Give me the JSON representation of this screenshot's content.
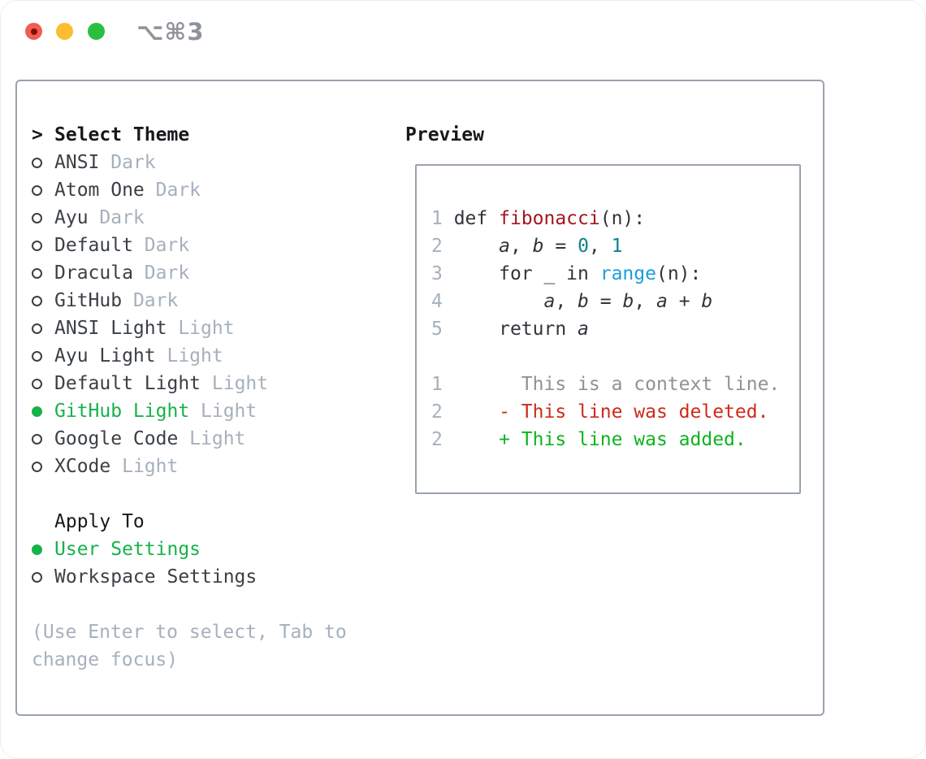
{
  "window": {
    "shortcut_label": "⌥⌘3",
    "traffic_lights": [
      "close",
      "minimize",
      "zoom"
    ]
  },
  "colors": {
    "accent_green": "#17b24a",
    "deleted_red": "#cd2a1a",
    "added_green": "#0db41e",
    "function_red": "#a4161f",
    "number_teal": "#0e7f8b",
    "builtin_blue": "#199fd9",
    "muted_gray": "#a6b0bd",
    "context_gray": "#8d9299",
    "panel_border": "#9aa3ae",
    "traffic_red": "#f25c51",
    "traffic_yellow": "#fcbd2e",
    "traffic_green": "#2ac03f"
  },
  "theme_panel": {
    "prompt": ">",
    "title": "Select Theme",
    "themes": [
      {
        "name": "ANSI",
        "variant": "Dark",
        "selected": false
      },
      {
        "name": "Atom One",
        "variant": "Dark",
        "selected": false
      },
      {
        "name": "Ayu",
        "variant": "Dark",
        "selected": false
      },
      {
        "name": "Default",
        "variant": "Dark",
        "selected": false
      },
      {
        "name": "Dracula",
        "variant": "Dark",
        "selected": false
      },
      {
        "name": "GitHub",
        "variant": "Dark",
        "selected": false
      },
      {
        "name": "ANSI Light",
        "variant": "Light",
        "selected": false
      },
      {
        "name": "Ayu Light",
        "variant": "Light",
        "selected": false
      },
      {
        "name": "Default Light",
        "variant": "Light",
        "selected": false
      },
      {
        "name": "GitHub Light",
        "variant": "Light",
        "selected": true
      },
      {
        "name": "Google Code",
        "variant": "Light",
        "selected": false
      },
      {
        "name": "XCode",
        "variant": "Light",
        "selected": false
      }
    ],
    "apply_to": {
      "title": "Apply To",
      "options": [
        {
          "label": "User Settings",
          "selected": true
        },
        {
          "label": "Workspace Settings",
          "selected": false
        }
      ]
    },
    "hint_lines": [
      "(Use Enter to select, Tab to",
      "change focus)"
    ]
  },
  "preview": {
    "title": "Preview",
    "code_lines": [
      {
        "num": "1",
        "tokens": [
          {
            "t": "def ",
            "c": "code"
          },
          {
            "t": "fibonacci",
            "c": "func"
          },
          {
            "t": "(n):",
            "c": "code"
          }
        ]
      },
      {
        "num": "2",
        "tokens": [
          {
            "t": "    ",
            "c": "code"
          },
          {
            "t": "a",
            "c": "var"
          },
          {
            "t": ", ",
            "c": "code"
          },
          {
            "t": "b",
            "c": "var"
          },
          {
            "t": " = ",
            "c": "code"
          },
          {
            "t": "0",
            "c": "num"
          },
          {
            "t": ", ",
            "c": "code"
          },
          {
            "t": "1",
            "c": "num"
          }
        ]
      },
      {
        "num": "3",
        "tokens": [
          {
            "t": "    for _ in ",
            "c": "code"
          },
          {
            "t": "range",
            "c": "builtin"
          },
          {
            "t": "(n):",
            "c": "code"
          }
        ]
      },
      {
        "num": "4",
        "tokens": [
          {
            "t": "        ",
            "c": "code"
          },
          {
            "t": "a",
            "c": "var"
          },
          {
            "t": ", ",
            "c": "code"
          },
          {
            "t": "b",
            "c": "var"
          },
          {
            "t": " = ",
            "c": "code"
          },
          {
            "t": "b",
            "c": "var"
          },
          {
            "t": ", ",
            "c": "code"
          },
          {
            "t": "a",
            "c": "var"
          },
          {
            "t": " + ",
            "c": "code"
          },
          {
            "t": "b",
            "c": "var"
          }
        ]
      },
      {
        "num": "5",
        "tokens": [
          {
            "t": "    return ",
            "c": "code"
          },
          {
            "t": "a",
            "c": "var"
          }
        ]
      }
    ],
    "diff_lines": [
      {
        "num": "1",
        "tokens": [
          {
            "t": "      This is a context line.",
            "c": "context"
          }
        ]
      },
      {
        "num": "2",
        "tokens": [
          {
            "t": "    - This line was deleted.",
            "c": "deleted"
          }
        ]
      },
      {
        "num": "2",
        "tokens": [
          {
            "t": "    + This line was added.",
            "c": "added"
          }
        ]
      }
    ]
  }
}
